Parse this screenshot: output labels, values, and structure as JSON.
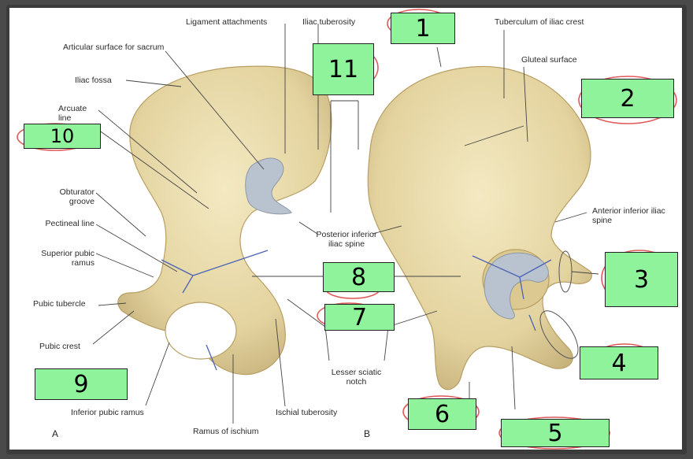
{
  "labels": {
    "ligament_attachments": "Ligament attachments",
    "iliac_tuberosity": "Iliac tuberosity",
    "articular_surface": "Articular surface for sacrum",
    "iliac_fossa": "Iliac fossa",
    "arcuate_line": "Arcuate line",
    "obturator_groove": "Obturator groove",
    "pectineal_line": "Pectineal line",
    "superior_pubic_ramus": "Superior pubic ramus",
    "pubic_tubercle": "Pubic tubercle",
    "pubic_crest": "Pubic crest",
    "inferior_pubic_ramus": "Inferior pubic ramus",
    "ramus_of_ischium": "Ramus of ischium",
    "ischial_tuberosity": "Ischial tuberosity",
    "lesser_sciatic_notch": "Lesser sciatic notch",
    "posterior_inferior_iliac_spine": "Posterior inferior iliac spine",
    "tuberculum_of_iliac_crest": "Tuberculum of iliac crest",
    "gluteal_surface": "Gluteal surface",
    "anterior_inferior_iliac_spine": "Anterior inferior iliac spine"
  },
  "panels": {
    "a": "A",
    "b": "B"
  },
  "answer_boxes": {
    "b1": "1",
    "b2": "2",
    "b3": "3",
    "b4": "4",
    "b5": "5",
    "b6": "6",
    "b7": "7",
    "b8": "8",
    "b9": "9",
    "b10": "10",
    "b11": "11"
  },
  "colors": {
    "bone": "#e9dcab",
    "bone_shadow": "#c9b57f",
    "cartilage": "#b9c3cf",
    "box_fill": "#8ef39a",
    "circle": "#e05a5a",
    "divider_line": "#4a64b5"
  }
}
